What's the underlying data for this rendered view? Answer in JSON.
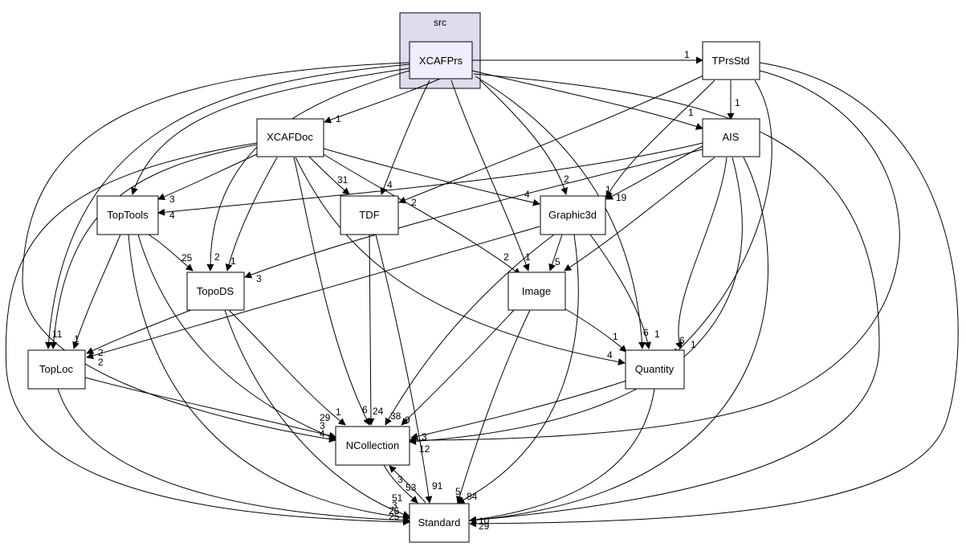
{
  "cluster": {
    "label": "src"
  },
  "nodes": {
    "xcafprs": "XCAFPrs",
    "tprsstd": "TPrsStd",
    "xcafdoc": "XCAFDoc",
    "ais": "AIS",
    "toptools": "TopTools",
    "tdf": "TDF",
    "graphic3d": "Graphic3d",
    "topods": "TopoDS",
    "image": "Image",
    "toploc": "TopLoc",
    "quantity": "Quantity",
    "ncollection": "NCollection",
    "standard": "Standard"
  },
  "edge_labels": [
    "1",
    "1",
    "1",
    "1",
    "3",
    "4",
    "31",
    "4",
    "2",
    "2",
    "4",
    "1",
    "19",
    "25",
    "2",
    "1",
    "3",
    "2",
    "1",
    "5",
    "11",
    "1",
    "2",
    "2",
    "1",
    "6",
    "1",
    "6",
    "1",
    "4",
    "29",
    "3",
    "4",
    "1",
    "6",
    "24",
    "38",
    "9",
    "3",
    "12",
    "3",
    "53",
    "91",
    "5",
    "84",
    "51",
    "3",
    "26",
    "25",
    "10",
    "29"
  ],
  "colors": {
    "cluster_fill": "#ddddee",
    "focus_fill": "#eeeeff",
    "node_fill": "#ffffff",
    "line": "#000000"
  }
}
